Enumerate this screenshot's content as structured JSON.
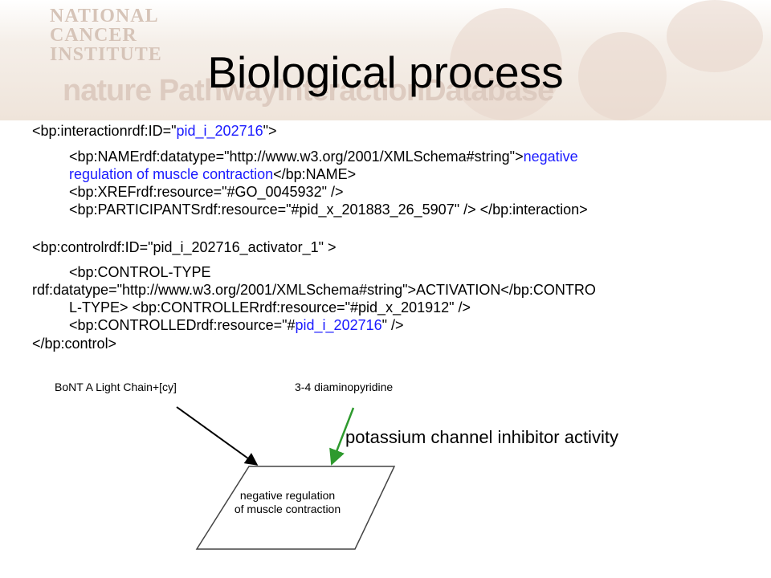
{
  "slide": {
    "title": "Biological process",
    "banner": {
      "logo_lines": [
        "NATIONAL",
        "CANCER",
        "INSTITUTE"
      ],
      "watermark": "nature  PathwayInteractionDatabase"
    }
  },
  "body": {
    "l1a": "<bp:interactionrdf:ID=\"",
    "l1b": "pid_i_202716",
    "l1c": "\">",
    "l2a": "<bp:NAMErdf:datatype=\"http://www.w3.org/2001/XMLSchema#string\">",
    "l2b": "negative",
    "l3a": "regulation of muscle contraction",
    "l3b": "</bp:NAME>",
    "l4": "<bp:XREFrdf:resource=\"#GO_0045932\" />",
    "l5": "<bp:PARTICIPANTSrdf:resource=\"#pid_x_201883_26_5907\" /> </bp:interaction>",
    "l6": "<bp:controlrdf:ID=\"pid_i_202716_activator_1\" >",
    "l7": "<bp:CONTROL-TYPE",
    "l8": "rdf:datatype=\"http://www.w3.org/2001/XMLSchema#string\">ACTIVATION</bp:CONTRO",
    "l9": "L-TYPE> <bp:CONTROLLERrdf:resource=\"#pid_x_201912\" />",
    "l10a": "<bp:CONTROLLEDrdf:resource=\"#",
    "l10b": "pid_i_202716",
    "l10c": "\" />",
    "l11": "</bp:control>"
  },
  "diagram": {
    "controller_1": "BoNT A Light Chain+[cy]",
    "controller_2": "3-4 diaminopyridine",
    "edge_label": "potassium channel inhibitor activity",
    "process_line1": "negative regulation",
    "process_line2": "of muscle contraction",
    "colors": {
      "arrow_black": "#000000",
      "arrow_green": "#2e9a2e",
      "box_stroke": "#444444"
    }
  }
}
